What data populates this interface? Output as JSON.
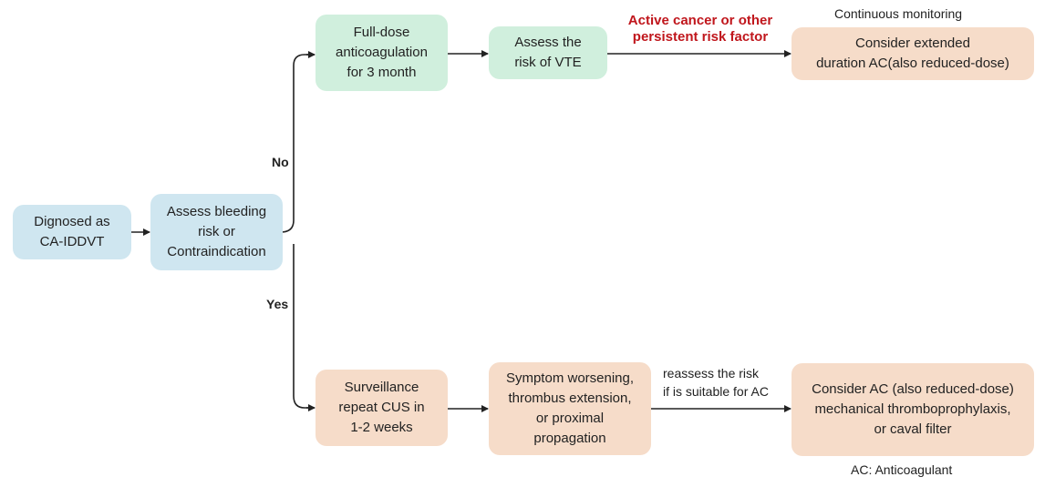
{
  "colors": {
    "blue_box": "#cfe6f0",
    "green_box": "#d0efdd",
    "peach_box": "#f6dcc9",
    "highlight_text": "#c0161c",
    "line": "#222222"
  },
  "nodes": {
    "diagnosed": "Dignosed as\nCA-IDDVT",
    "assess_bleeding": "Assess bleeding\nrisk or\nContraindication",
    "full_dose": "Full-dose\nanticoagulation\nfor 3 month",
    "assess_vte": "Assess the\nrisk of VTE",
    "extended": "Consider extended\nduration AC(also reduced-dose)",
    "surveillance": "Surveillance\nrepeat CUS in\n1-2 weeks",
    "symptom": "Symptom worsening,\nthrombus extension,\nor proximal\npropagation",
    "consider_ac": "Consider AC (also reduced-dose)\nmechanical thromboprophylaxis,\nor caval filter"
  },
  "labels": {
    "no": "No",
    "yes": "Yes",
    "risk_factor": "Active cancer or other\npersistent risk factor",
    "continuous_monitoring": "Continuous monitoring",
    "reassess": "reassess the risk\nif is suitable for AC",
    "footnote": "AC: Anticoagulant"
  }
}
